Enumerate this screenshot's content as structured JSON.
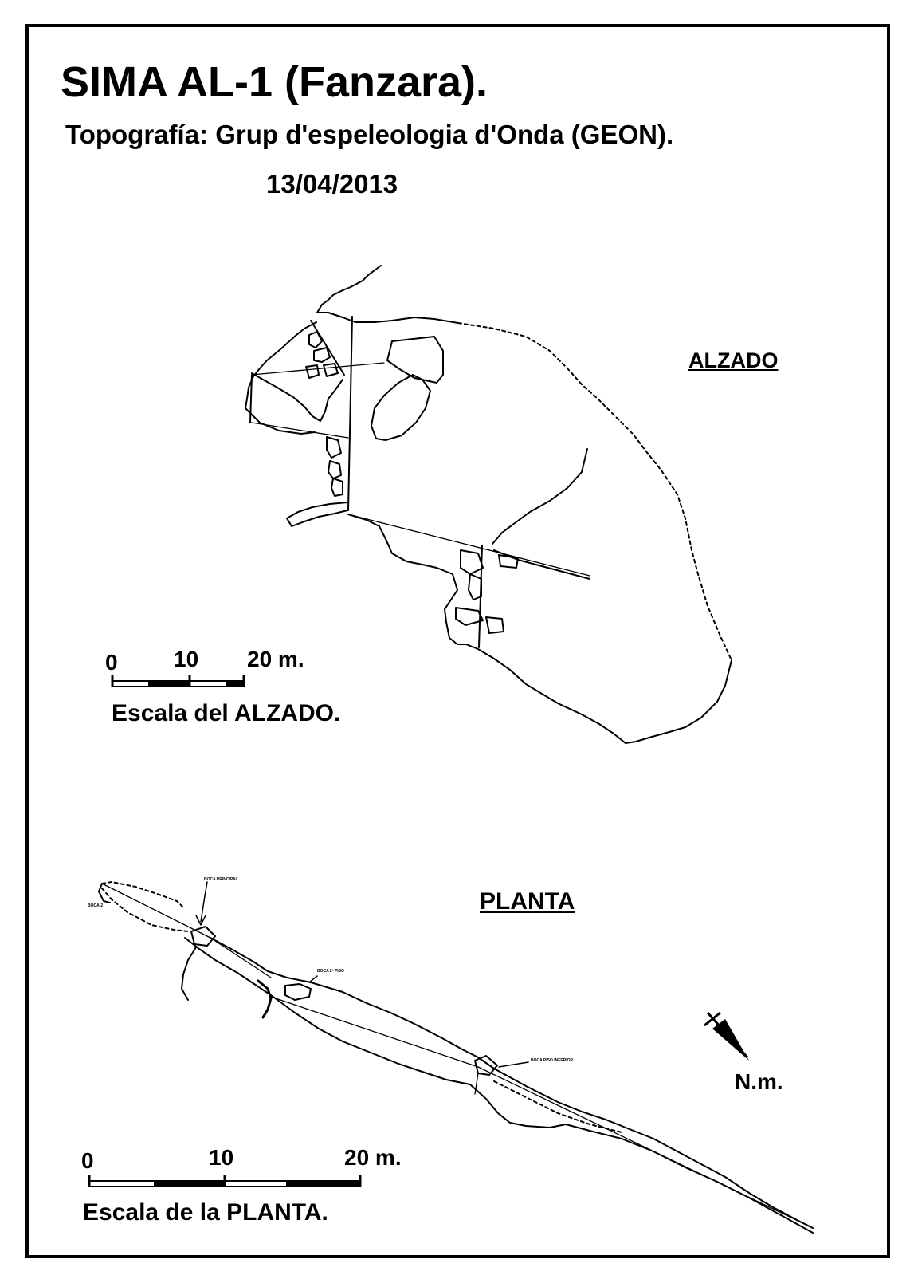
{
  "header": {
    "title": "SIMA  AL-1     (Fanzara).",
    "subtitle": "Topografía:  Grup d'espeleologia d'Onda  (GEON).",
    "date": "13/04/2013"
  },
  "alzado": {
    "label": "ALZADO",
    "scale": {
      "ticks": [
        "0",
        "10",
        "20 m."
      ],
      "caption": "Escala del ALZADO."
    }
  },
  "planta": {
    "label": "PLANTA",
    "annotations": {
      "boca_principal": "BOCA PRINCIPAL",
      "boca_2": "BOCA-2",
      "boca_2_piso": "BOCA 2ª PISO",
      "boca_piso_inferior": "BOCA PISO INFERIOR"
    },
    "scale": {
      "ticks": [
        "0",
        "10",
        "20 m."
      ],
      "caption": "Escala de la PLANTA."
    }
  },
  "north": {
    "label": "N.m.",
    "icon": "north-arrow-icon"
  }
}
